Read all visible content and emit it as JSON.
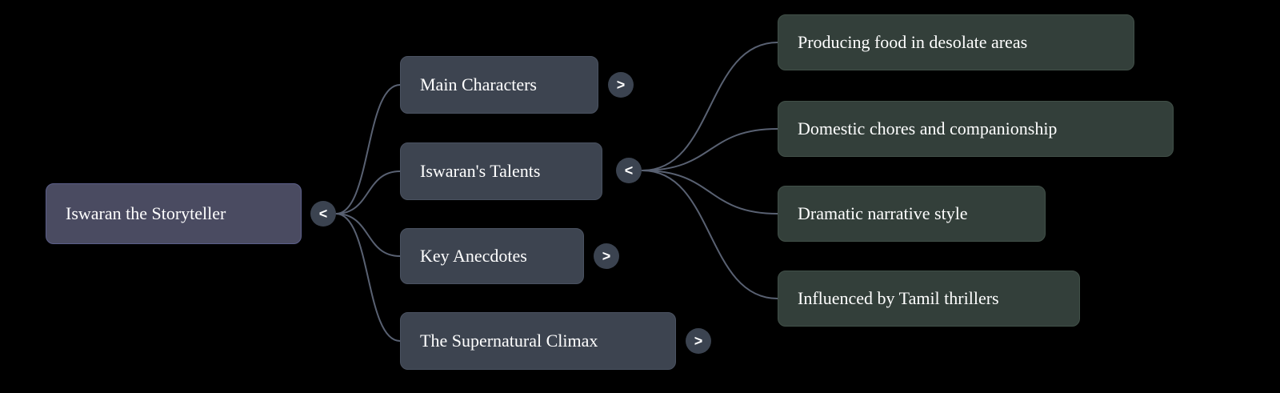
{
  "mindmap": {
    "root": {
      "label": "Iswaran the Storyteller",
      "toggle": "<"
    },
    "branches": [
      {
        "label": "Main Characters",
        "toggle": ">",
        "children": []
      },
      {
        "label": "Iswaran's Talents",
        "toggle": "<",
        "children": [
          {
            "label": "Producing food in desolate areas"
          },
          {
            "label": "Domestic chores and companionship"
          },
          {
            "label": "Dramatic narrative style"
          },
          {
            "label": "Influenced by Tamil thrillers"
          }
        ]
      },
      {
        "label": "Key Anecdotes",
        "toggle": ">",
        "children": []
      },
      {
        "label": "The Supernatural Climax",
        "toggle": ">",
        "children": []
      }
    ]
  },
  "colors": {
    "background": "#000000",
    "root-bg": "#4a4b61",
    "root-border": "#5c5f8a",
    "branch-bg": "#3d4450",
    "branch-border": "#4a5261",
    "leaf-bg": "#333f3a",
    "leaf-border": "#415048",
    "toggle-bg": "#3b4350",
    "edge": "#596172",
    "text": "#ffffff"
  }
}
